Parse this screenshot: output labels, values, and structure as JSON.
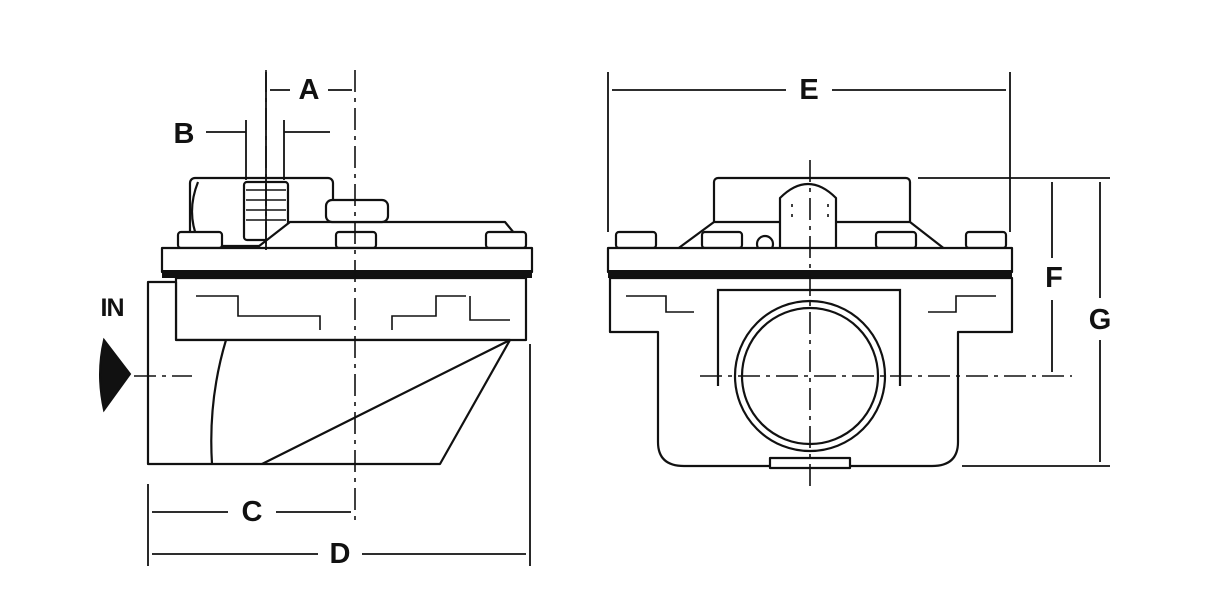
{
  "labels": {
    "a": "A",
    "b": "B",
    "c": "C",
    "d": "D",
    "e": "E",
    "f": "F",
    "g": "G",
    "in": "IN"
  },
  "colors": {
    "line": "#111111",
    "background": "#ffffff"
  }
}
